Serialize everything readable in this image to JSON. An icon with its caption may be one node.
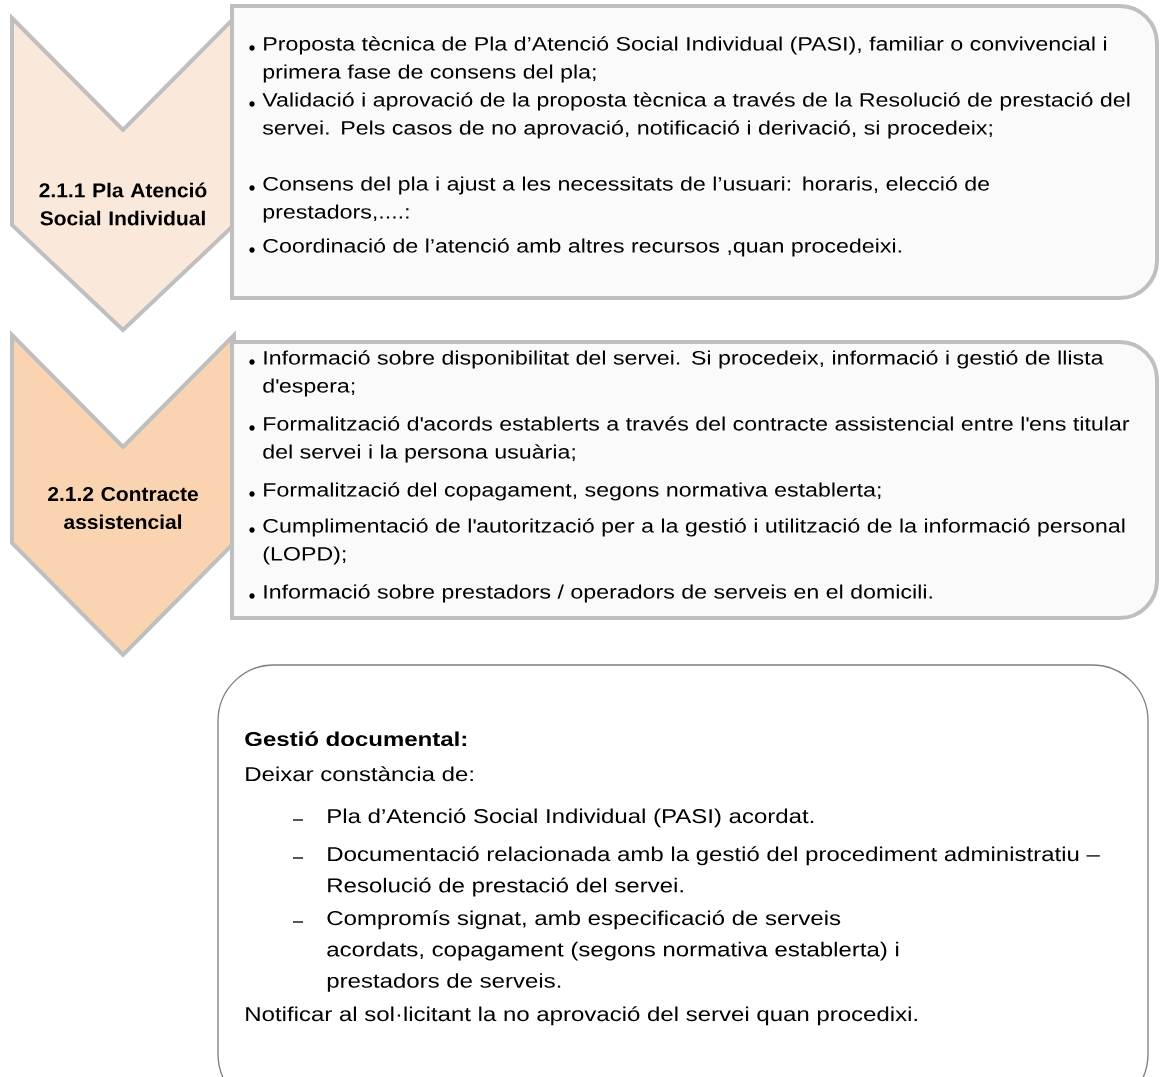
{
  "diagram": {
    "nodes": [
      {
        "text": [
          "2.1.1 Pla Atenció Social Individual"
        ]
      },
      {
        "text": [
          "Proposta tècnica de Pla d’Atenció Social Individual (PASI), familiar o convivencial i primera fase de consens del pla;",
          "Validació i aprovació de la proposta tècnica a través de la Resolució de prestació del servei. Pels casos de no aprovació, notificació i derivació, si procedeix;",
          "Consens del pla i ajust a les necessitats de l’usuari: horaris, elecció de prestadors,....:",
          "Coordinació de l’atenció amb altres recursos ,quan procedeixi."
        ]
      },
      {
        "text": [
          "2.1.2 Contracte assistencial"
        ]
      },
      {
        "text": [
          "Informació sobre disponibilitat del servei. Si procedeix, informació i gestió de llista d'espera;",
          "Formalització d'acords establerts a través del contracte assistencial entre l'ens titular del servei i la persona usuària;",
          "Formalització del copagament, segons normativa establerta;",
          "Cumplimentació de l'autorització per a la gestió i utilització de la informació personal (LOPD);",
          "Informació sobre prestadors / operadors de serveis en el domicili."
        ]
      },
      {
        "text": [
          "Gestió documental:",
          "Deixar constància de:",
          "Pla d’Atenció Social Individual (PASI) acordat.",
          "Documentació relacionada amb la gestió del procediment administratiu –Resolució de prestació del servei.",
          "Compromís signat, amb especificació de serveis acordats, copagament (segons normativa establerta) i prestadors de serveis.",
          "Notificar al sol·licitant la no aprovació del servei quan procedixi."
        ]
      }
    ]
  }
}
